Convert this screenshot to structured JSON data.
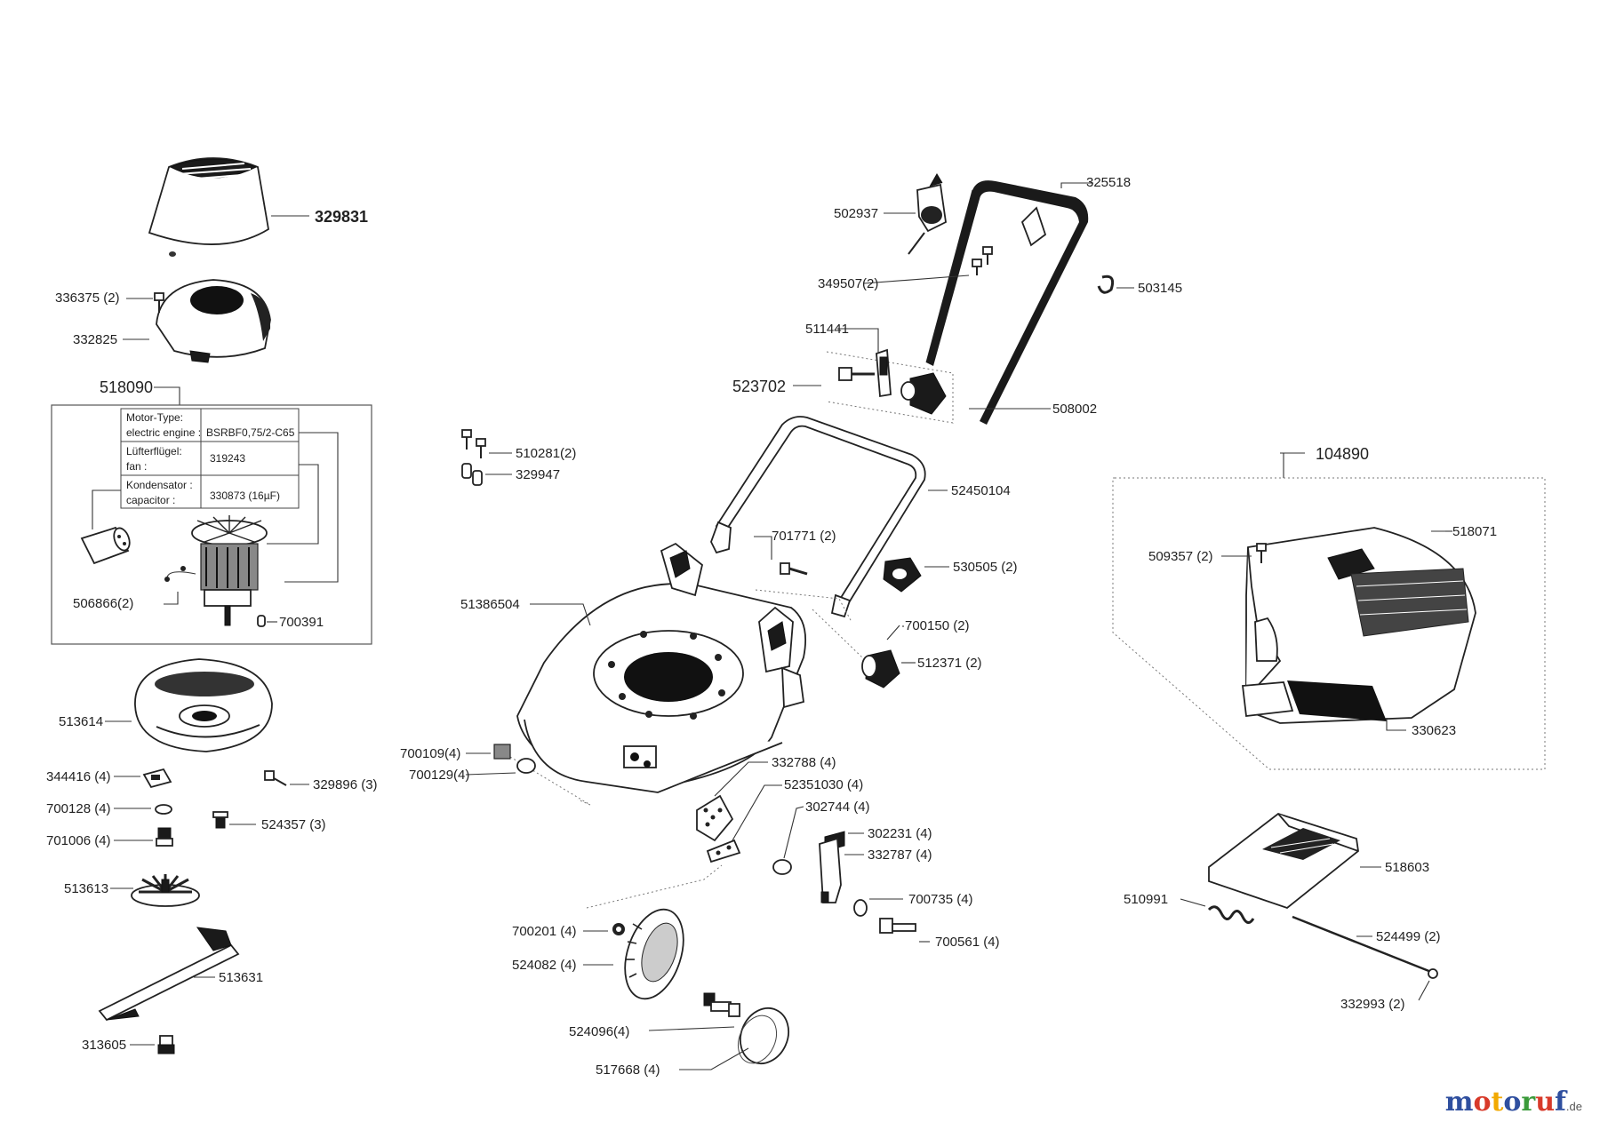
{
  "labels": {
    "p329831": "329831",
    "p336375": "336375 (2)",
    "p332825": "332825",
    "p518090": "518090",
    "p506866": "506866(2)",
    "p700391": "700391",
    "p513614": "513614",
    "p344416": "344416 (4)",
    "p329896": "329896 (3)",
    "p700128": "700128 (4)",
    "p524357": "524357 (3)",
    "p701006": "701006 (4)",
    "p513613": "513613",
    "p513631": "513631",
    "p313605": "313605",
    "p502937": "502937",
    "p325518": "325518",
    "p349507": "349507(2)",
    "p503145": "503145",
    "p511441": "511441",
    "p523702": "523702",
    "p508002": "508002",
    "p510281": "510281(2)",
    "p329947": "329947",
    "p52450104": "52450104",
    "p701771": "701771 (2)",
    "p530505": "530505 (2)",
    "p51386504": "51386504",
    "p700150": "700150 (2)",
    "p512371": "512371 (2)",
    "p700109": "700109(4)",
    "p700129": "700129(4)",
    "p332788": "332788 (4)",
    "p52351030": "52351030 (4)",
    "p302744": "302744 (4)",
    "p302231": "302231 (4)",
    "p332787": "332787 (4)",
    "p700735": "700735 (4)",
    "p700561": "700561 (4)",
    "p700201": "700201 (4)",
    "p524082": "524082 (4)",
    "p524096": "524096(4)",
    "p517668": "517668 (4)",
    "p104890": "104890",
    "p509357": "509357 (2)",
    "p518071": "518071",
    "p330623": "330623",
    "p518603": "518603",
    "p510991": "510991",
    "p524499": "524499 (2)",
    "p332993": "332993 (2)"
  },
  "spec_table": {
    "row1_label_a": "Motor-Type:",
    "row1_label_b": "electric engine :",
    "row1_value": "BSRBF0,75/2-C65",
    "row2_label_a": "Lüfterflügel:",
    "row2_label_b": "fan :",
    "row2_value": "319243",
    "row3_label_a": "Kondensator :",
    "row3_label_b": "capacitor :",
    "row3_value": "330873 (16µF)"
  },
  "logo": {
    "letters": [
      "m",
      "o",
      "t",
      "o",
      "r",
      "u",
      "f"
    ],
    "letter_colors": [
      "#2f4f9f",
      "#d83a2a",
      "#f2a900",
      "#2f4f9f",
      "#3a9a3a",
      "#d83a2a",
      "#2f4f9f"
    ],
    "suffix": ".de"
  }
}
